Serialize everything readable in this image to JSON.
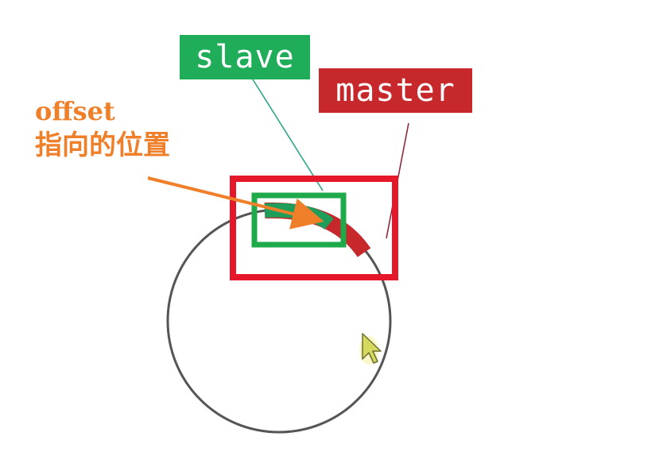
{
  "labels": {
    "slave": "slave",
    "master": "master"
  },
  "annotation": {
    "line1": "offset",
    "line2": "指向的位置"
  },
  "colors": {
    "slave": "#20ad5a",
    "master": "#c7282c",
    "annotation": "#f07f2a",
    "highlight_red": "#e5182b",
    "highlight_green": "#1eaa4a",
    "circle": "#555555"
  },
  "icons": {
    "cursor": "mouse-cursor-icon"
  }
}
